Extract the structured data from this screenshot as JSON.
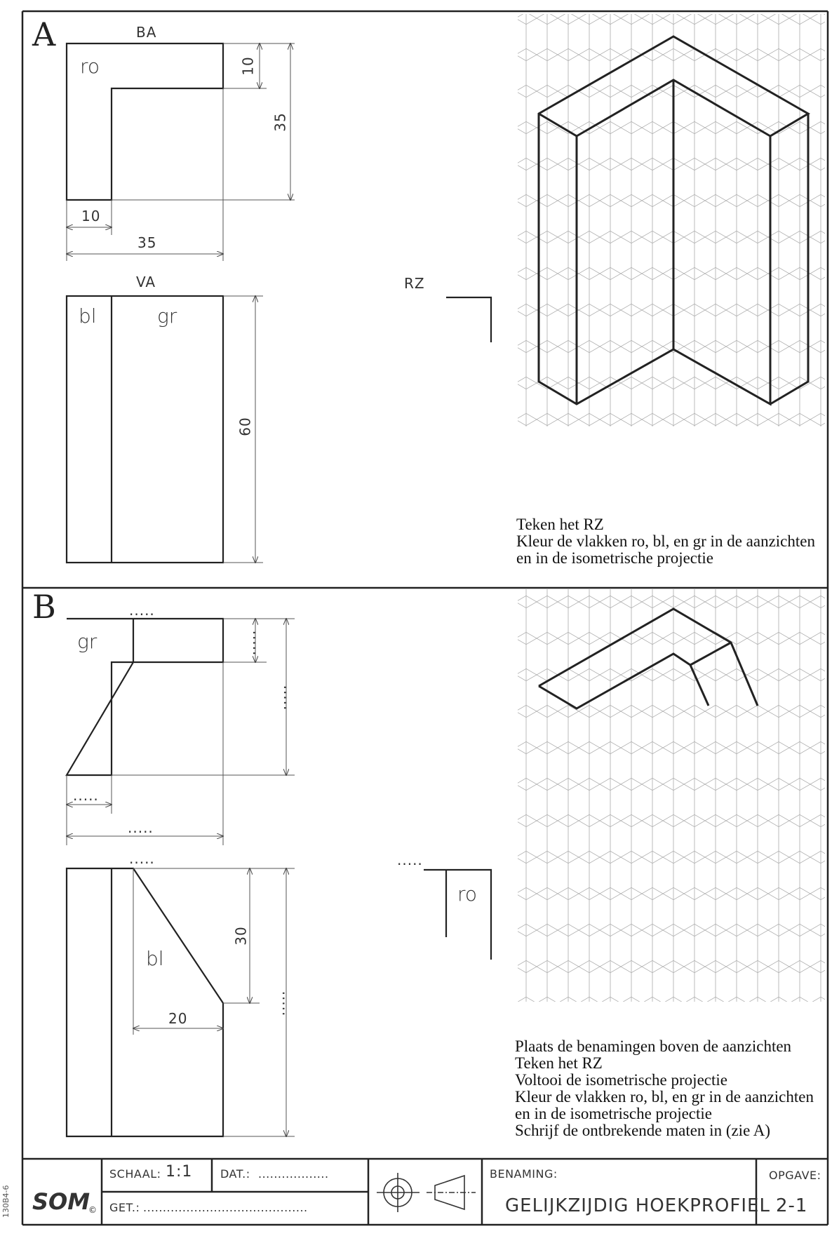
{
  "section_a": {
    "letter": "A",
    "top_view_label": "BA",
    "front_view_label": "VA",
    "side_view_label": "RZ",
    "face_top": "ro",
    "face_front_left": "bl",
    "face_front_right": "gr",
    "dims": {
      "top_height": "10",
      "total_height": "35",
      "leg_width": "10",
      "total_width": "35",
      "front_height": "60"
    },
    "instructions": [
      "Teken het RZ",
      "Kleur de vlakken ro, bl, en gr in de aanzichten",
      "en in de isometrische projectie"
    ]
  },
  "section_b": {
    "letter": "B",
    "top_view_label": ".....",
    "front_view_label": ".....",
    "side_view_label": ".....",
    "face_top": "gr",
    "face_front": "bl",
    "face_side": "ro",
    "dims": {
      "top_small": ".....",
      "top_total": ".....",
      "leg_width": ".....",
      "total_width": ".....",
      "slope_height": "30",
      "slope_width": "20",
      "front_total": "....."
    },
    "instructions": [
      "Plaats de benamingen boven de aanzichten",
      "Teken het RZ",
      "Voltooi de isometrische projectie",
      "Kleur de vlakken ro, bl, en gr in de aanzichten",
      "en in de isometrische projectie",
      "Schrijf de ontbrekende maten in (zie A)"
    ]
  },
  "title_block": {
    "scale_label": "SCHAAL:",
    "scale_value": "1:1",
    "date_label": "DAT.:",
    "date_dots": "..................",
    "drawn_label": "GET.:",
    "drawn_dots": "..........................................",
    "name_label": "BENAMING:",
    "name_value": "GELIJKZIJDIG HOEKPROFIEL",
    "assignment_label": "OPGAVE:",
    "assignment_value": "2-1",
    "logo_text": "SOM",
    "copyright": "©",
    "side_code": "130B4-6"
  }
}
